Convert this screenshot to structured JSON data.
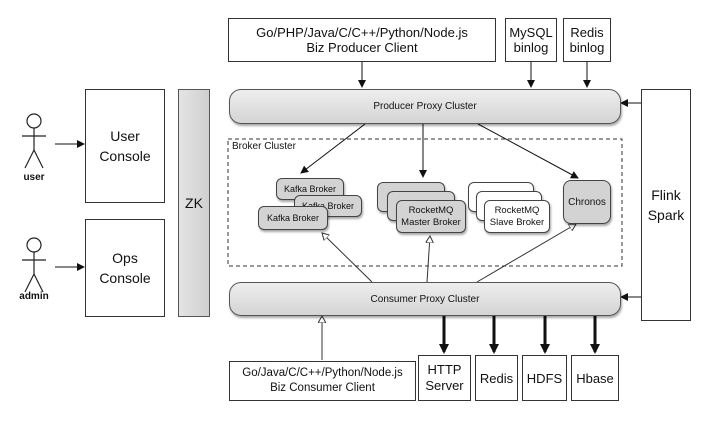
{
  "producer_client": {
    "line1": "Go/PHP/Java/C/C++/Python/Node.js",
    "line2": "Biz Producer Client"
  },
  "mysql_binlog": {
    "line1": "MySQL",
    "line2": "binlog"
  },
  "redis_binlog": {
    "line1": "Redis",
    "line2": "binlog"
  },
  "actors": {
    "user": "user",
    "admin": "admin"
  },
  "user_console": {
    "line1": "User",
    "line2": "Console"
  },
  "ops_console": {
    "line1": "Ops",
    "line2": "Console"
  },
  "zk": "ZK",
  "producer_proxy": "Producer Proxy Cluster",
  "broker_cluster": "Broker Cluster",
  "kafka_brokers": [
    "Kafka Broker",
    "Kafka Broker",
    "Kafka Broker"
  ],
  "rocketmq_master": {
    "line1": "RocketMQ",
    "line2": "Master Broker"
  },
  "rocketmq_slave": {
    "line1": "RocketMQ",
    "line2": "Slave Broker"
  },
  "chronos": "Chronos",
  "flink_spark": {
    "line1": "Flink",
    "line2": "Spark"
  },
  "consumer_proxy": "Consumer Proxy Cluster",
  "consumer_client": {
    "line1": "Go/Java/C/C++/Python/Node.js",
    "line2": "Biz Consumer Client"
  },
  "sinks": {
    "http": {
      "line1": "HTTP",
      "line2": "Server"
    },
    "redis": "Redis",
    "hdfs": "HDFS",
    "hbase": "Hbase"
  }
}
